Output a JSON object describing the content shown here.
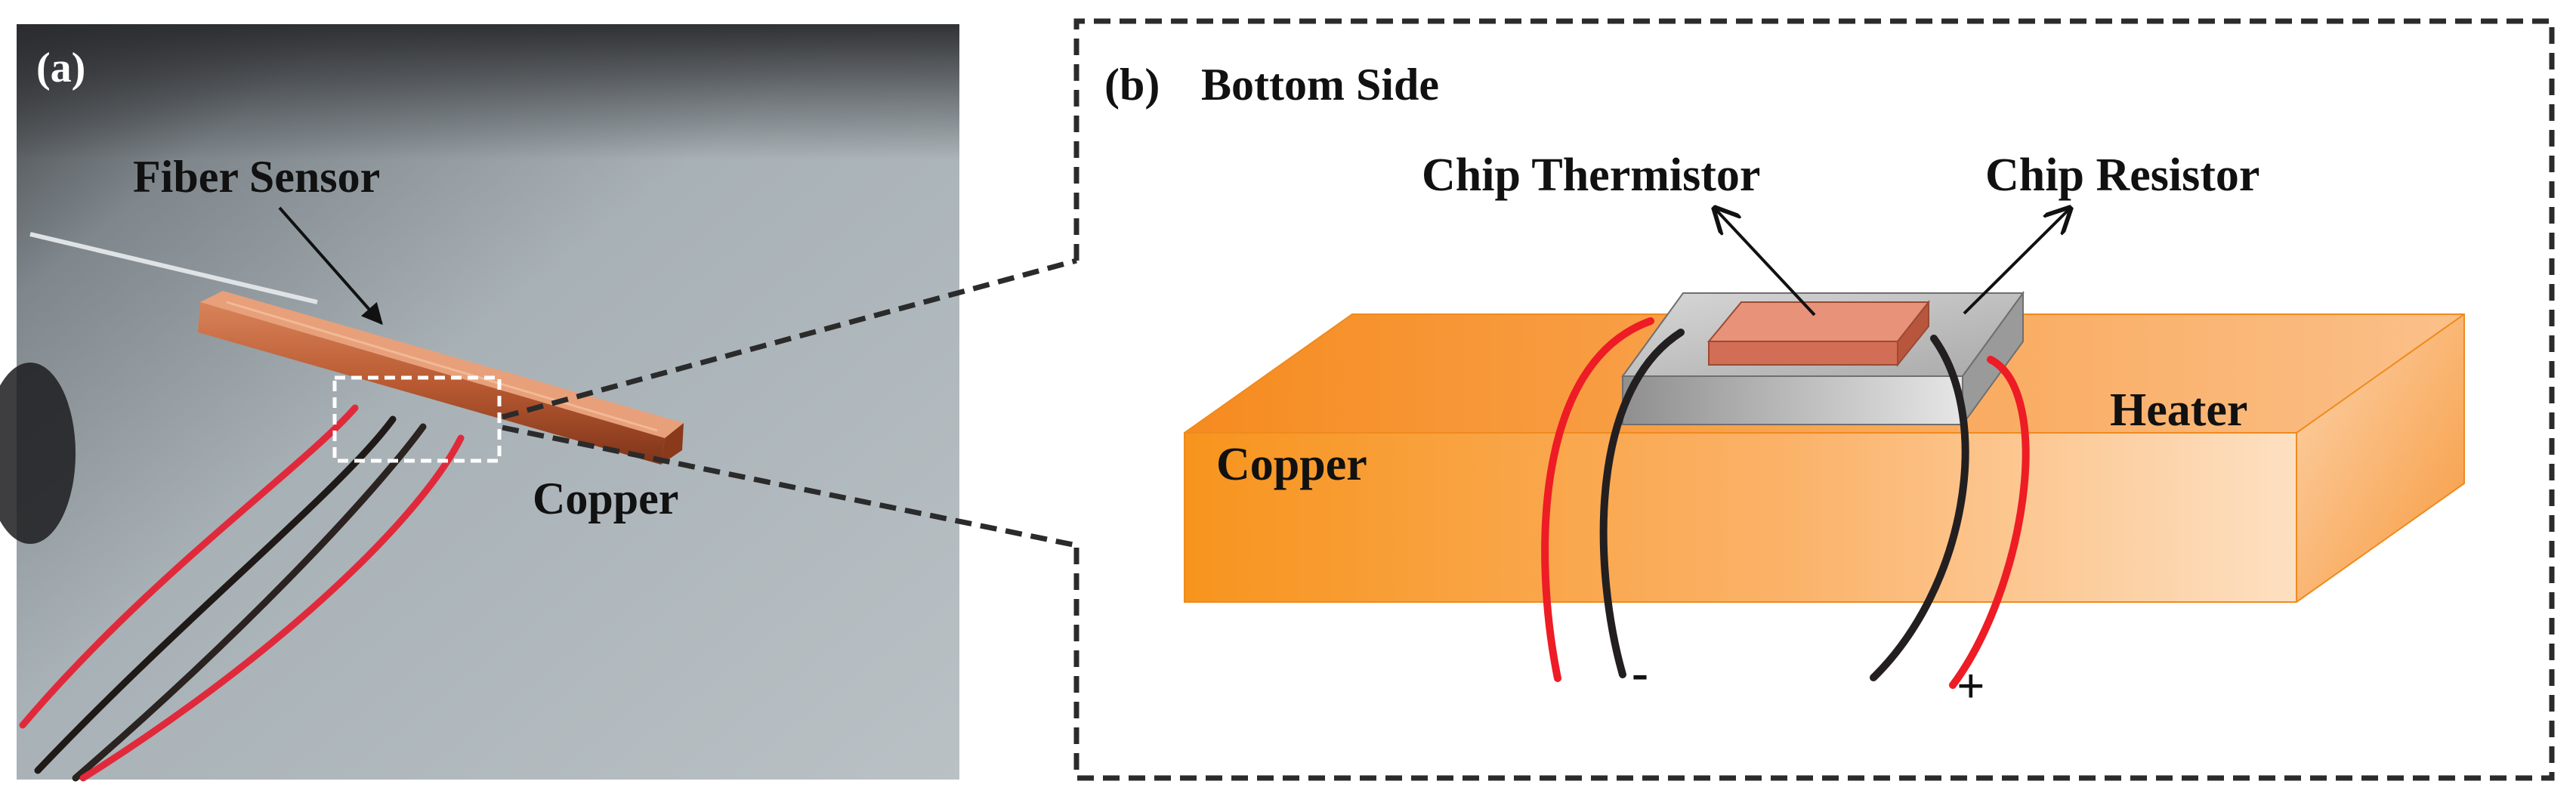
{
  "panel_a": {
    "tag": "(a)",
    "labels": {
      "fiber_sensor": "Fiber Sensor",
      "copper": "Copper"
    }
  },
  "panel_b": {
    "tag": "(b)",
    "title": "Bottom Side",
    "labels": {
      "chip_thermistor": "Chip Thermistor",
      "chip_resistor": "Chip Resistor",
      "heater": "Heater",
      "copper": "Copper",
      "minus": "-",
      "plus": "+"
    }
  },
  "colors": {
    "copper_bar": "#f7941d",
    "heater_chip": "#c0c0c0",
    "thermistor_chip": "#d9826a",
    "wire_red": "#ee1c25",
    "wire_black": "#231f20",
    "callout_border": "#2b2b2b"
  }
}
